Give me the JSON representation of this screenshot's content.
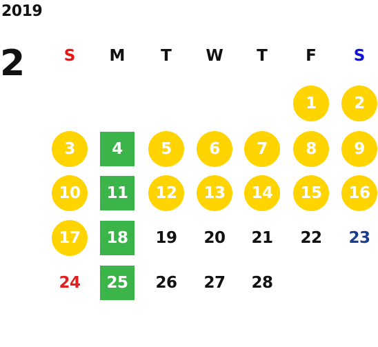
{
  "calendar": {
    "year": "2019",
    "month": "2",
    "weekdays": [
      "S",
      "M",
      "T",
      "W",
      "T",
      "F",
      "S"
    ],
    "weekday_colors": [
      "#ee1111",
      "#111111",
      "#111111",
      "#111111",
      "#111111",
      "#111111",
      "#1111dd"
    ],
    "colors": {
      "highlight_circle": "#ffd400",
      "highlight_square": "#3bb54a",
      "default_text": "#111111",
      "sunday_text": "#e02020",
      "saturday_text": "#1a3d8f",
      "highlight_text": "#ffffff"
    },
    "first_weekday_index": 5,
    "days": [
      {
        "day": "1",
        "style": "circle"
      },
      {
        "day": "2",
        "style": "circle"
      },
      {
        "day": "3",
        "style": "circle"
      },
      {
        "day": "4",
        "style": "square"
      },
      {
        "day": "5",
        "style": "circle"
      },
      {
        "day": "6",
        "style": "circle"
      },
      {
        "day": "7",
        "style": "circle"
      },
      {
        "day": "8",
        "style": "circle"
      },
      {
        "day": "9",
        "style": "circle"
      },
      {
        "day": "10",
        "style": "circle"
      },
      {
        "day": "11",
        "style": "square"
      },
      {
        "day": "12",
        "style": "circle"
      },
      {
        "day": "13",
        "style": "circle"
      },
      {
        "day": "14",
        "style": "circle"
      },
      {
        "day": "15",
        "style": "circle"
      },
      {
        "day": "16",
        "style": "circle"
      },
      {
        "day": "17",
        "style": "circle"
      },
      {
        "day": "18",
        "style": "square"
      },
      {
        "day": "19",
        "style": "plain"
      },
      {
        "day": "20",
        "style": "plain"
      },
      {
        "day": "21",
        "style": "plain"
      },
      {
        "day": "22",
        "style": "plain"
      },
      {
        "day": "23",
        "style": "plain"
      },
      {
        "day": "24",
        "style": "plain"
      },
      {
        "day": "25",
        "style": "square"
      },
      {
        "day": "26",
        "style": "plain"
      },
      {
        "day": "27",
        "style": "plain"
      },
      {
        "day": "28",
        "style": "plain"
      }
    ]
  }
}
